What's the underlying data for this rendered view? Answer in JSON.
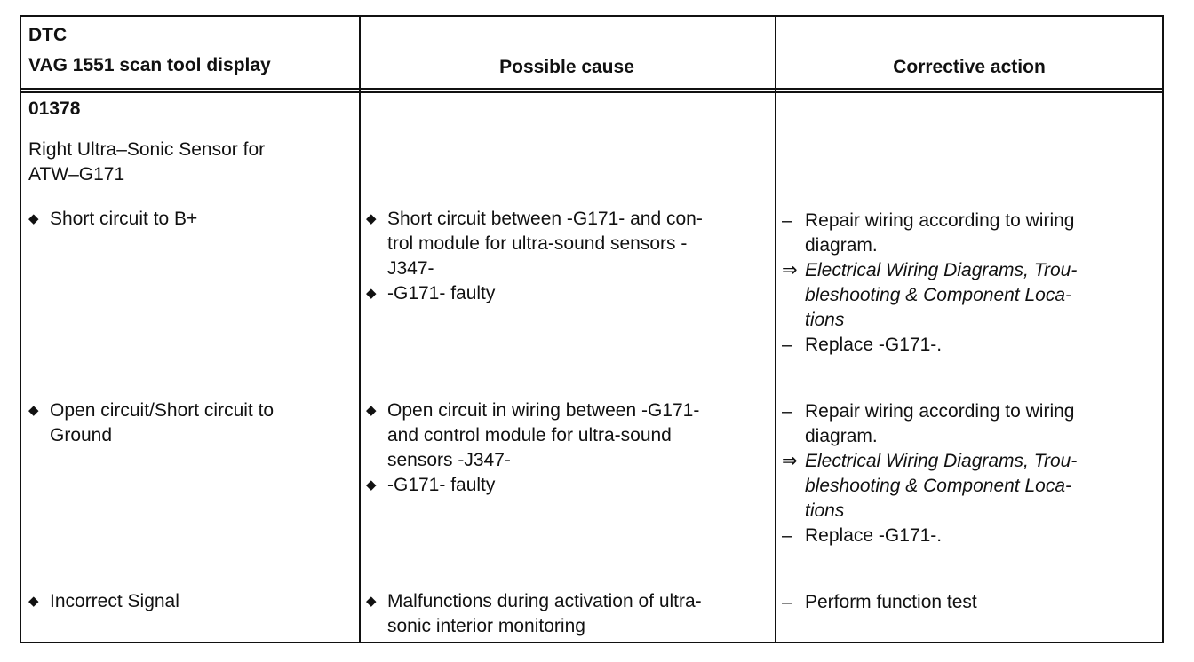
{
  "header": {
    "col1_line1": "DTC",
    "col1_line2": "VAG 1551 scan tool display",
    "col2": "Possible cause",
    "col3": "Corrective action"
  },
  "dtc": {
    "code": "01378",
    "description_line1": "Right Ultra–Sonic Sensor for",
    "description_line2": "ATW–G171"
  },
  "symbols": {
    "bullet": "◆",
    "dash": "–",
    "arrow": "⇒"
  },
  "rows": [
    {
      "display": "Short circuit to B+",
      "causes": [
        [
          "Short circuit between -G171- and con-",
          "trol module for ultra-sound sensors -",
          "J347-"
        ],
        [
          "-G171- faulty"
        ]
      ],
      "actions": {
        "step1": [
          "Repair wiring according to wiring",
          "diagram."
        ],
        "reference": [
          "Electrical Wiring Diagrams, Trou-",
          "bleshooting & Component Loca-",
          "tions"
        ],
        "step2": "Replace -G171-."
      }
    },
    {
      "display": [
        "Open circuit/Short circuit to",
        "Ground"
      ],
      "causes": [
        [
          "Open circuit in wiring between -G171-",
          "and control module for ultra-sound",
          "sensors -J347-"
        ],
        [
          "-G171- faulty"
        ]
      ],
      "actions": {
        "step1": [
          "Repair wiring according to wiring",
          "diagram."
        ],
        "reference": [
          "Electrical Wiring Diagrams, Trou-",
          "bleshooting & Component Loca-",
          "tions"
        ],
        "step2": "Replace -G171-."
      }
    },
    {
      "display": "Incorrect Signal",
      "causes": [
        [
          "Malfunctions during activation of ultra-",
          "sonic interior monitoring"
        ]
      ],
      "actions": {
        "step1": "Perform function test"
      }
    }
  ]
}
